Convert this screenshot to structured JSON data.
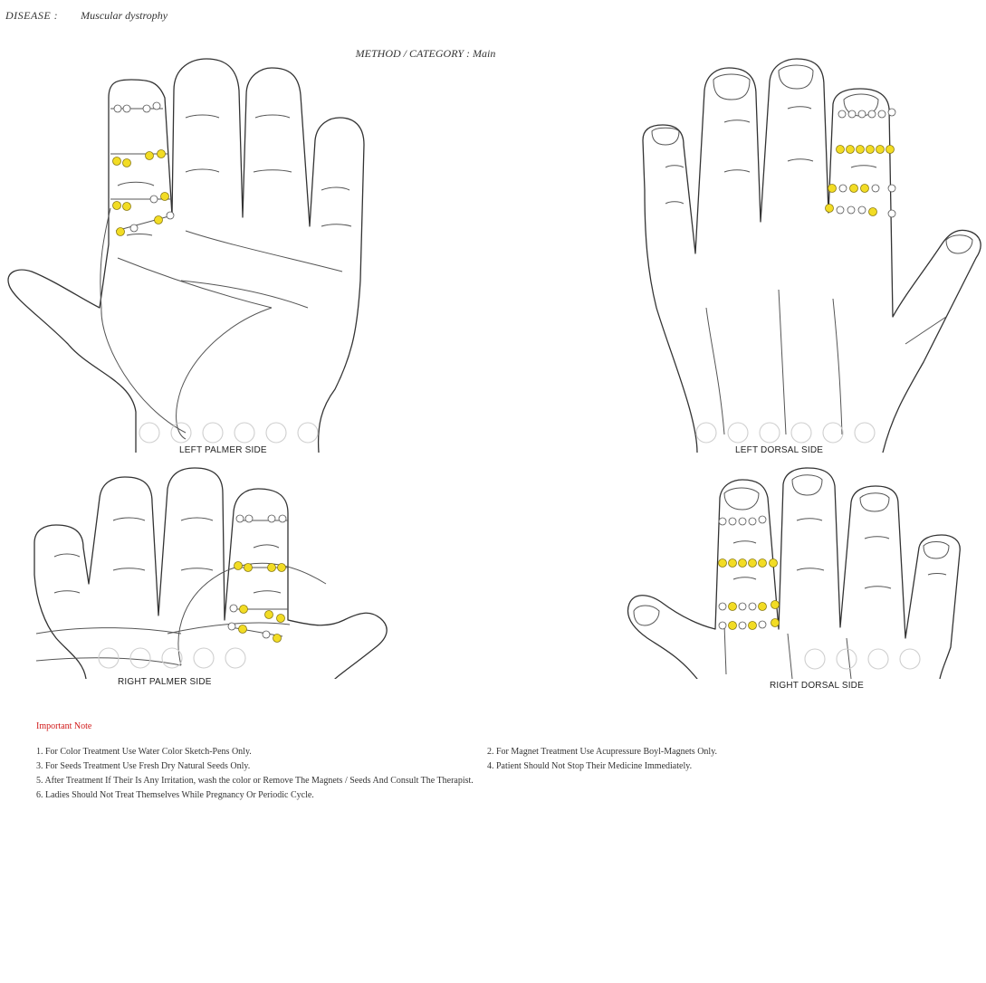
{
  "header": {
    "disease_label": "DISEASE :",
    "disease_value": "Muscular dystrophy",
    "method_line": "METHOD / CATEGORY : Main"
  },
  "diagrams": [
    {
      "caption": "LEFT PALMER SIDE"
    },
    {
      "caption": "LEFT DORSAL SIDE"
    },
    {
      "caption": "RIGHT PALMER SIDE"
    },
    {
      "caption": "RIGHT DORSAL SIDE"
    }
  ],
  "notes": {
    "title": "Important Note",
    "items": [
      "1. For Color Treatment Use Water Color Sketch-Pens Only.",
      "2. For Magnet Treatment Use Acupressure Boyl-Magnets Only.",
      "3. For Seeds Treatment Use Fresh Dry Natural Seeds Only.",
      "4. Patient Should Not Stop Their Medicine Immediately.",
      "5. After Treatment If Their Is Any Irritation, wash the color or Remove The Magnets / Seeds And Consult The Therapist.",
      "6. Ladies Should Not Treat Themselves While Pregnancy Or Periodic Cycle."
    ]
  },
  "colors": {
    "treatment_point": "#f2dc24",
    "note_title": "#d11a1a",
    "outline": "#333333"
  }
}
